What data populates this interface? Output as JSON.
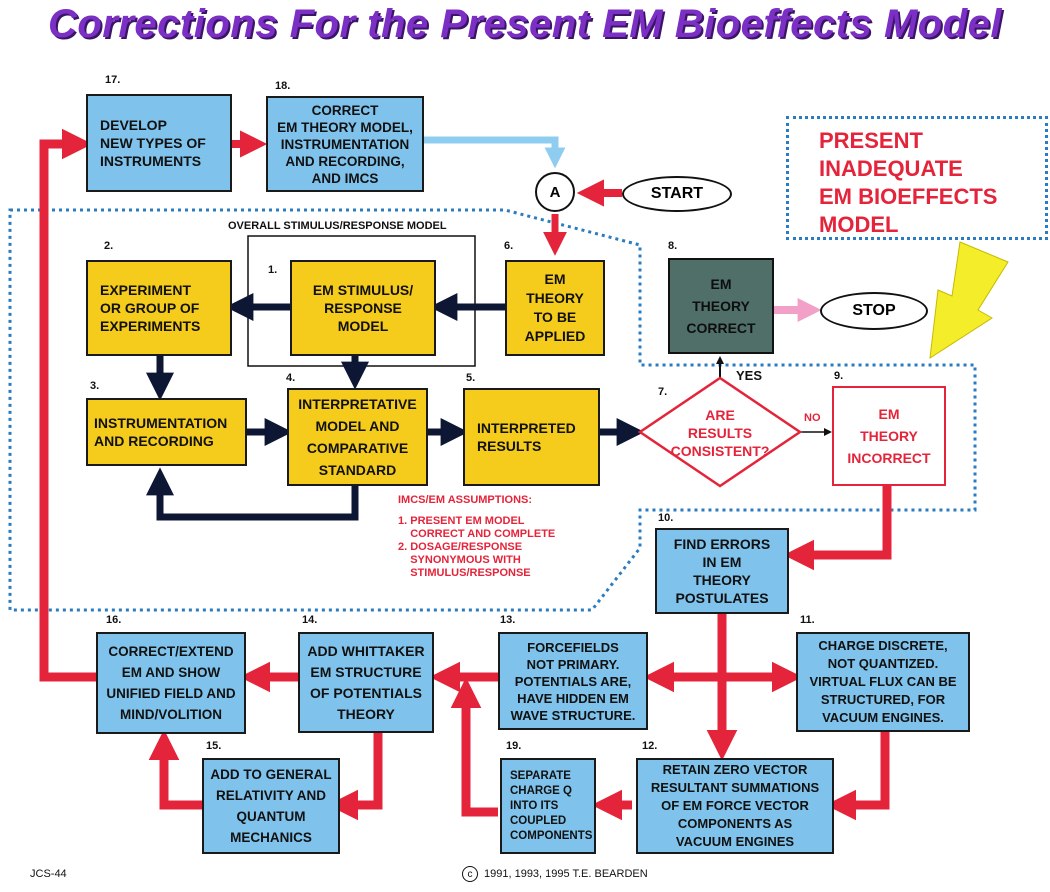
{
  "title": "Corrections For the Present EM Bioeffects Model",
  "overall_label": "OVERALL STIMULUS/RESPONSE MODEL",
  "present_lines": [
    "PRESENT",
    "INADEQUATE",
    "EM BIOEFFECTS",
    "MODEL"
  ],
  "start_label": "START",
  "stop_label": "STOP",
  "connector_label": "A",
  "yes_label": "YES",
  "no_label": "NO",
  "decision": {
    "number": "7.",
    "line1": "ARE",
    "line2": "RESULTS",
    "line3": "CONSISTENT?"
  },
  "boxes": {
    "b1": {
      "number": "1.",
      "text": "EM STIMULUS/\nRESPONSE\nMODEL"
    },
    "b2": {
      "number": "2.",
      "text": "EXPERIMENT\nOR GROUP OF\nEXPERIMENTS"
    },
    "b3": {
      "number": "3.",
      "text": "INSTRUMENTATION\nAND RECORDING"
    },
    "b4": {
      "number": "4.",
      "text": "INTERPRETATIVE\nMODEL AND\nCOMPARATIVE\nSTANDARD"
    },
    "b5": {
      "number": "5.",
      "text": "INTERPRETED\nRESULTS"
    },
    "b6": {
      "number": "6.",
      "text": "EM\nTHEORY\nTO BE\nAPPLIED"
    },
    "b8": {
      "number": "8.",
      "text": "EM\nTHEORY\nCORRECT"
    },
    "b9": {
      "number": "9.",
      "text": "EM\nTHEORY\nINCORRECT"
    },
    "b10": {
      "number": "10.",
      "text": "FIND ERRORS\nIN EM\nTHEORY\nPOSTULATES"
    },
    "b11": {
      "number": "11.",
      "text": "CHARGE DISCRETE,\nNOT QUANTIZED.\nVIRTUAL FLUX CAN BE\nSTRUCTURED, FOR\nVACUUM ENGINES."
    },
    "b12": {
      "number": "12.",
      "text": "RETAIN ZERO VECTOR\nRESULTANT SUMMATIONS\nOF EM FORCE VECTOR\nCOMPONENTS AS\nVACUUM ENGINES"
    },
    "b13": {
      "number": "13.",
      "text": "FORCEFIELDS\nNOT PRIMARY.\nPOTENTIALS ARE,\nHAVE HIDDEN EM\nWAVE STRUCTURE."
    },
    "b14": {
      "number": "14.",
      "text": "ADD WHITTAKER\nEM STRUCTURE\nOF POTENTIALS\nTHEORY"
    },
    "b15": {
      "number": "15.",
      "text": "ADD TO GENERAL\nRELATIVITY AND\nQUANTUM\nMECHANICS"
    },
    "b16": {
      "number": "16.",
      "text": "CORRECT/EXTEND\nEM AND SHOW\nUNIFIED FIELD AND\nMIND/VOLITION"
    },
    "b17": {
      "number": "17.",
      "text": "DEVELOP\nNEW TYPES OF\nINSTRUMENTS"
    },
    "b18": {
      "number": "18.",
      "text": "CORRECT\nEM THEORY MODEL,\nINSTRUMENTATION\nAND RECORDING,\nAND IMCS"
    },
    "b19": {
      "number": "19.",
      "text": "SEPARATE\nCHARGE Q\nINTO ITS\nCOUPLED\nCOMPONENTS"
    }
  },
  "assumptions": {
    "heading": "IMCS/EM ASSUMPTIONS:",
    "items": [
      "1. PRESENT EM MODEL",
      "    CORRECT AND COMPLETE",
      "2. DOSAGE/RESPONSE",
      "    SYNONYMOUS WITH",
      "    STIMULUS/RESPONSE"
    ]
  },
  "footer": {
    "left": "JCS-44",
    "copyright_symbol": "c",
    "copyright": "1991, 1993, 1995 T.E. BEARDEN"
  },
  "colors": {
    "title": "#7b2fc4",
    "blue_box": "#7fc3ec",
    "yellow_box": "#f5cc1c",
    "gray_box": "#4f6f68",
    "red": "#e4243a",
    "arrow_dark": "#0d1633",
    "dotted_border": "#2a7bc0",
    "light_blue_arrow": "#8fcdf0",
    "pink_arrow": "#f2a0c8",
    "yellow_arrow": "#f4ee2a"
  }
}
